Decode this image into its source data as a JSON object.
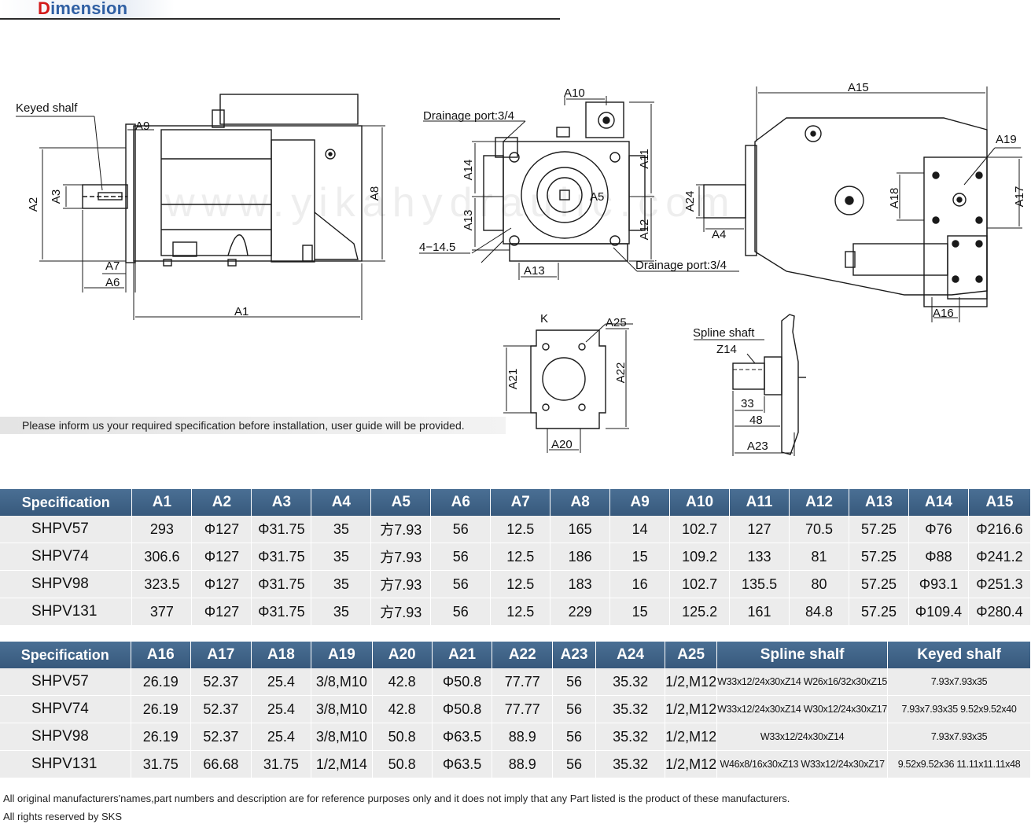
{
  "header": {
    "title_first": "D",
    "title_rest": "imension"
  },
  "drawing": {
    "watermark": "www.yikahydraulic.com",
    "side_view": {
      "keyed_label": "Keyed shalf",
      "dims": [
        "A9",
        "A2",
        "A3",
        "A8",
        "A7",
        "A6",
        "A1"
      ]
    },
    "front_view": {
      "drainage_top": "Drainage port:3/4",
      "drainage_bottom": "Drainage port:3/4",
      "holes": "4−14.5",
      "dims": [
        "A10",
        "A14",
        "A11",
        "A13",
        "A12",
        "A5"
      ]
    },
    "right_view": {
      "dims": [
        "A15",
        "A19",
        "A24",
        "A18",
        "A17",
        "A4",
        "A16"
      ]
    },
    "flange_detail": {
      "label": "K",
      "dims": [
        "A25",
        "A21",
        "A22",
        "A20"
      ]
    },
    "spline_detail": {
      "label": "Spline shaft",
      "z": "Z14",
      "d1": "33",
      "d2": "48",
      "d3": "A23"
    }
  },
  "install_note": "Please inform us your required specification before installation, user guide will be provided.",
  "table1": {
    "headers": [
      "Specification",
      "A1",
      "A2",
      "A3",
      "A4",
      "A5",
      "A6",
      "A7",
      "A8",
      "A9",
      "A10",
      "A11",
      "A12",
      "A13",
      "A14",
      "A15"
    ],
    "rows": [
      [
        "SHPV57",
        "293",
        "Φ127",
        "Φ31.75",
        "35",
        "方7.93",
        "56",
        "12.5",
        "165",
        "14",
        "102.7",
        "127",
        "70.5",
        "57.25",
        "Φ76",
        "Φ216.6"
      ],
      [
        "SHPV74",
        "306.6",
        "Φ127",
        "Φ31.75",
        "35",
        "方7.93",
        "56",
        "12.5",
        "186",
        "15",
        "109.2",
        "133",
        "81",
        "57.25",
        "Φ88",
        "Φ241.2"
      ],
      [
        "SHPV98",
        "323.5",
        "Φ127",
        "Φ31.75",
        "35",
        "方7.93",
        "56",
        "12.5",
        "183",
        "16",
        "102.7",
        "135.5",
        "80",
        "57.25",
        "Φ93.1",
        "Φ251.3"
      ],
      [
        "SHPV131",
        "377",
        "Φ127",
        "Φ31.75",
        "35",
        "方7.93",
        "56",
        "12.5",
        "229",
        "15",
        "125.2",
        "161",
        "84.8",
        "57.25",
        "Φ109.4",
        "Φ280.4"
      ]
    ]
  },
  "table2": {
    "headers": [
      "Specification",
      "A16",
      "A17",
      "A18",
      "A19",
      "A20",
      "A21",
      "A22",
      "A23",
      "A24",
      "A25",
      "Spline shalf",
      "Keyed shalf"
    ],
    "rows": [
      [
        "SHPV57",
        "26.19",
        "52.37",
        "25.4",
        "3/8,M10",
        "42.8",
        "Φ50.8",
        "77.77",
        "56",
        "35.32",
        "1/2,M12",
        "W33x12/24x30xZ14   W26x16/32x30xZ15",
        "7.93x7.93x35"
      ],
      [
        "SHPV74",
        "26.19",
        "52.37",
        "25.4",
        "3/8,M10",
        "42.8",
        "Φ50.8",
        "77.77",
        "56",
        "35.32",
        "1/2,M12",
        "W33x12/24x30xZ14   W30x12/24x30xZ17",
        "7.93x7.93x35   9.52x9.52x40"
      ],
      [
        "SHPV98",
        "26.19",
        "52.37",
        "25.4",
        "3/8,M10",
        "50.8",
        "Φ63.5",
        "88.9",
        "56",
        "35.32",
        "1/2,M12",
        "W33x12/24x30xZ14",
        "7.93x7.93x35"
      ],
      [
        "SHPV131",
        "31.75",
        "66.68",
        "31.75",
        "1/2,M14",
        "50.8",
        "Φ63.5",
        "88.9",
        "56",
        "35.32",
        "1/2,M12",
        "W46x8/16x30xZ13   W33x12/24x30xZ17",
        "9.52x9.52x36   11.11x11.11x48"
      ]
    ]
  },
  "footer": {
    "disclaimer": "All original manufacturers'names,part numbers and description are for reference purposes only and it does not imply that any Part listed is the product of these manufacturers.",
    "rights": "All rights reserved by SKS"
  }
}
